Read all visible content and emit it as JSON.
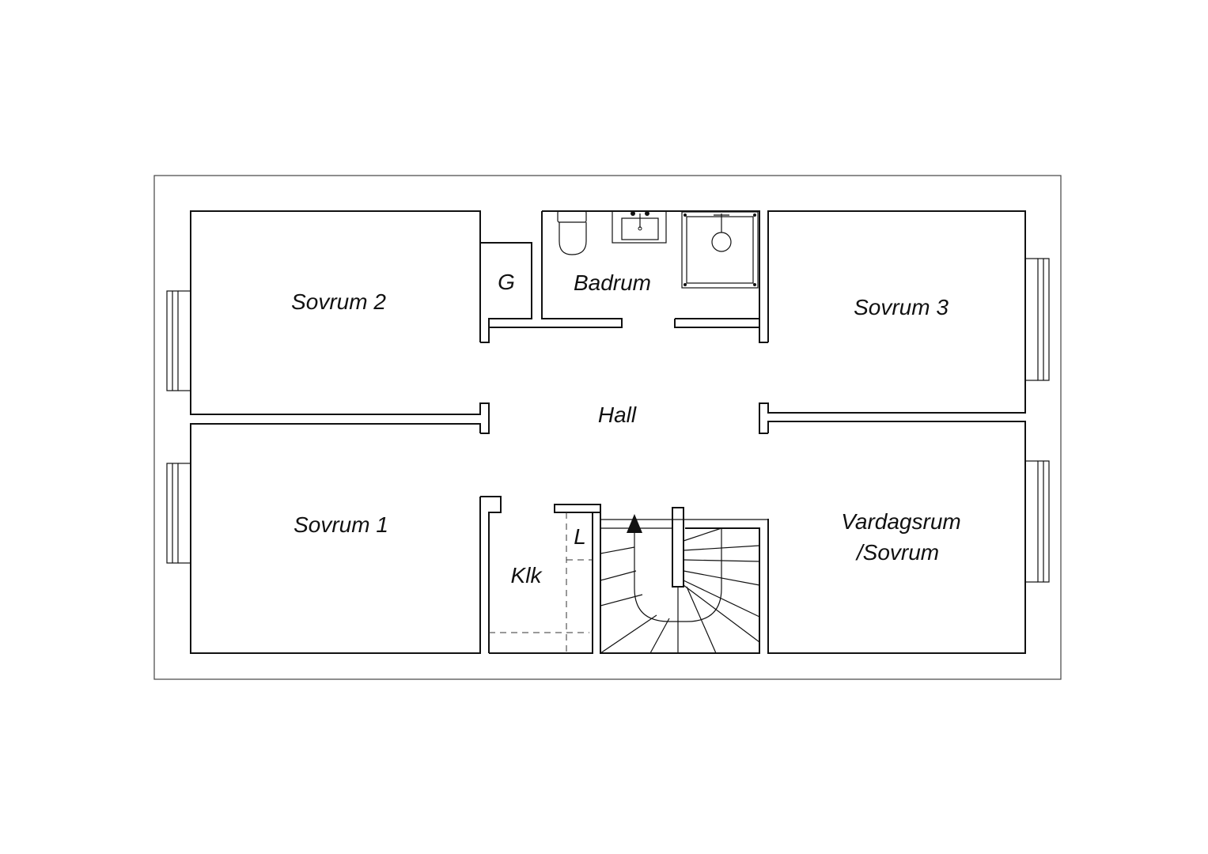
{
  "rooms": {
    "sovrum2": "Sovrum 2",
    "sovrum3": "Sovrum 3",
    "sovrum1": "Sovrum 1",
    "badrum": "Badrum",
    "g": "G",
    "hall": "Hall",
    "klk": "Klk",
    "l": "L",
    "vardagsrum_line1": "Vardagsrum",
    "vardagsrum_line2": "/Sovrum"
  },
  "colors": {
    "line": "#111111",
    "background": "#ffffff"
  },
  "icons": [
    "toilet-icon",
    "sink-icon",
    "shower-icon",
    "window-icon",
    "stair-arrow-icon"
  ]
}
